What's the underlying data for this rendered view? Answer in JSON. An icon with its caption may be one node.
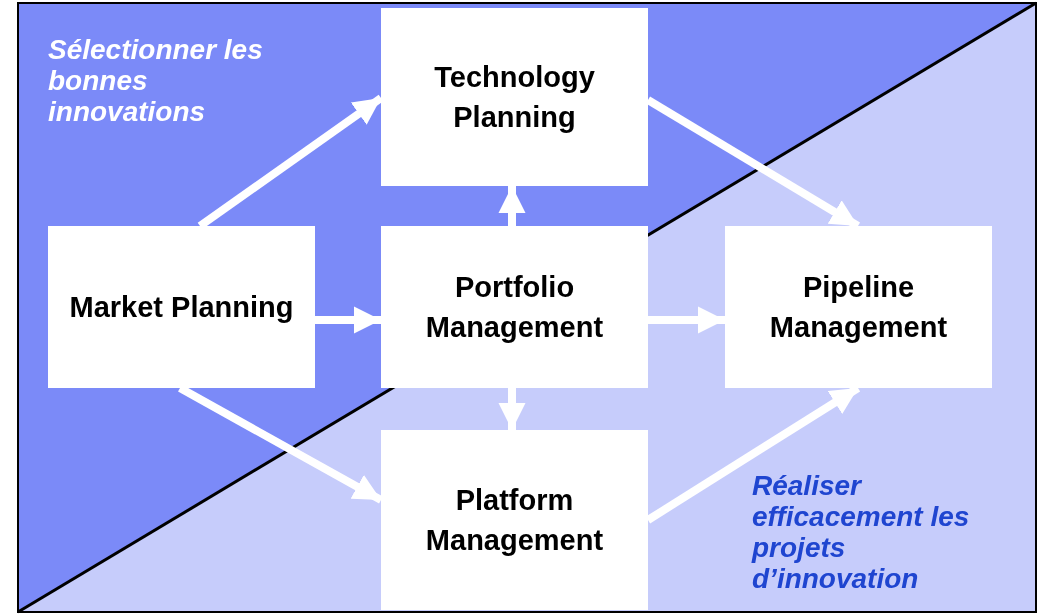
{
  "diagram": {
    "nodes": [
      {
        "text": [
          "Market Planning"
        ]
      },
      {
        "text": [
          "Technology Planning"
        ]
      },
      {
        "text": [
          "Portfolio Management"
        ]
      },
      {
        "text": [
          "Pipeline Management"
        ]
      },
      {
        "text": [
          "Platform Management"
        ]
      }
    ],
    "edges": [
      {
        "from": 0,
        "to": 1,
        "arrow": "to"
      },
      {
        "from": 0,
        "to": 2,
        "arrow": "to"
      },
      {
        "from": 0,
        "to": 4,
        "arrow": "to"
      },
      {
        "from": 2,
        "to": 1,
        "arrow": "to"
      },
      {
        "from": 2,
        "to": 4,
        "arrow": "to"
      },
      {
        "from": 1,
        "to": 3,
        "arrow": "to"
      },
      {
        "from": 2,
        "to": 3,
        "arrow": "to"
      },
      {
        "from": 4,
        "to": 3,
        "arrow": "to"
      }
    ],
    "labels": [
      "Sélectionner les bonnes innovations",
      "Réaliser efficacement les projets d’innovation"
    ]
  }
}
